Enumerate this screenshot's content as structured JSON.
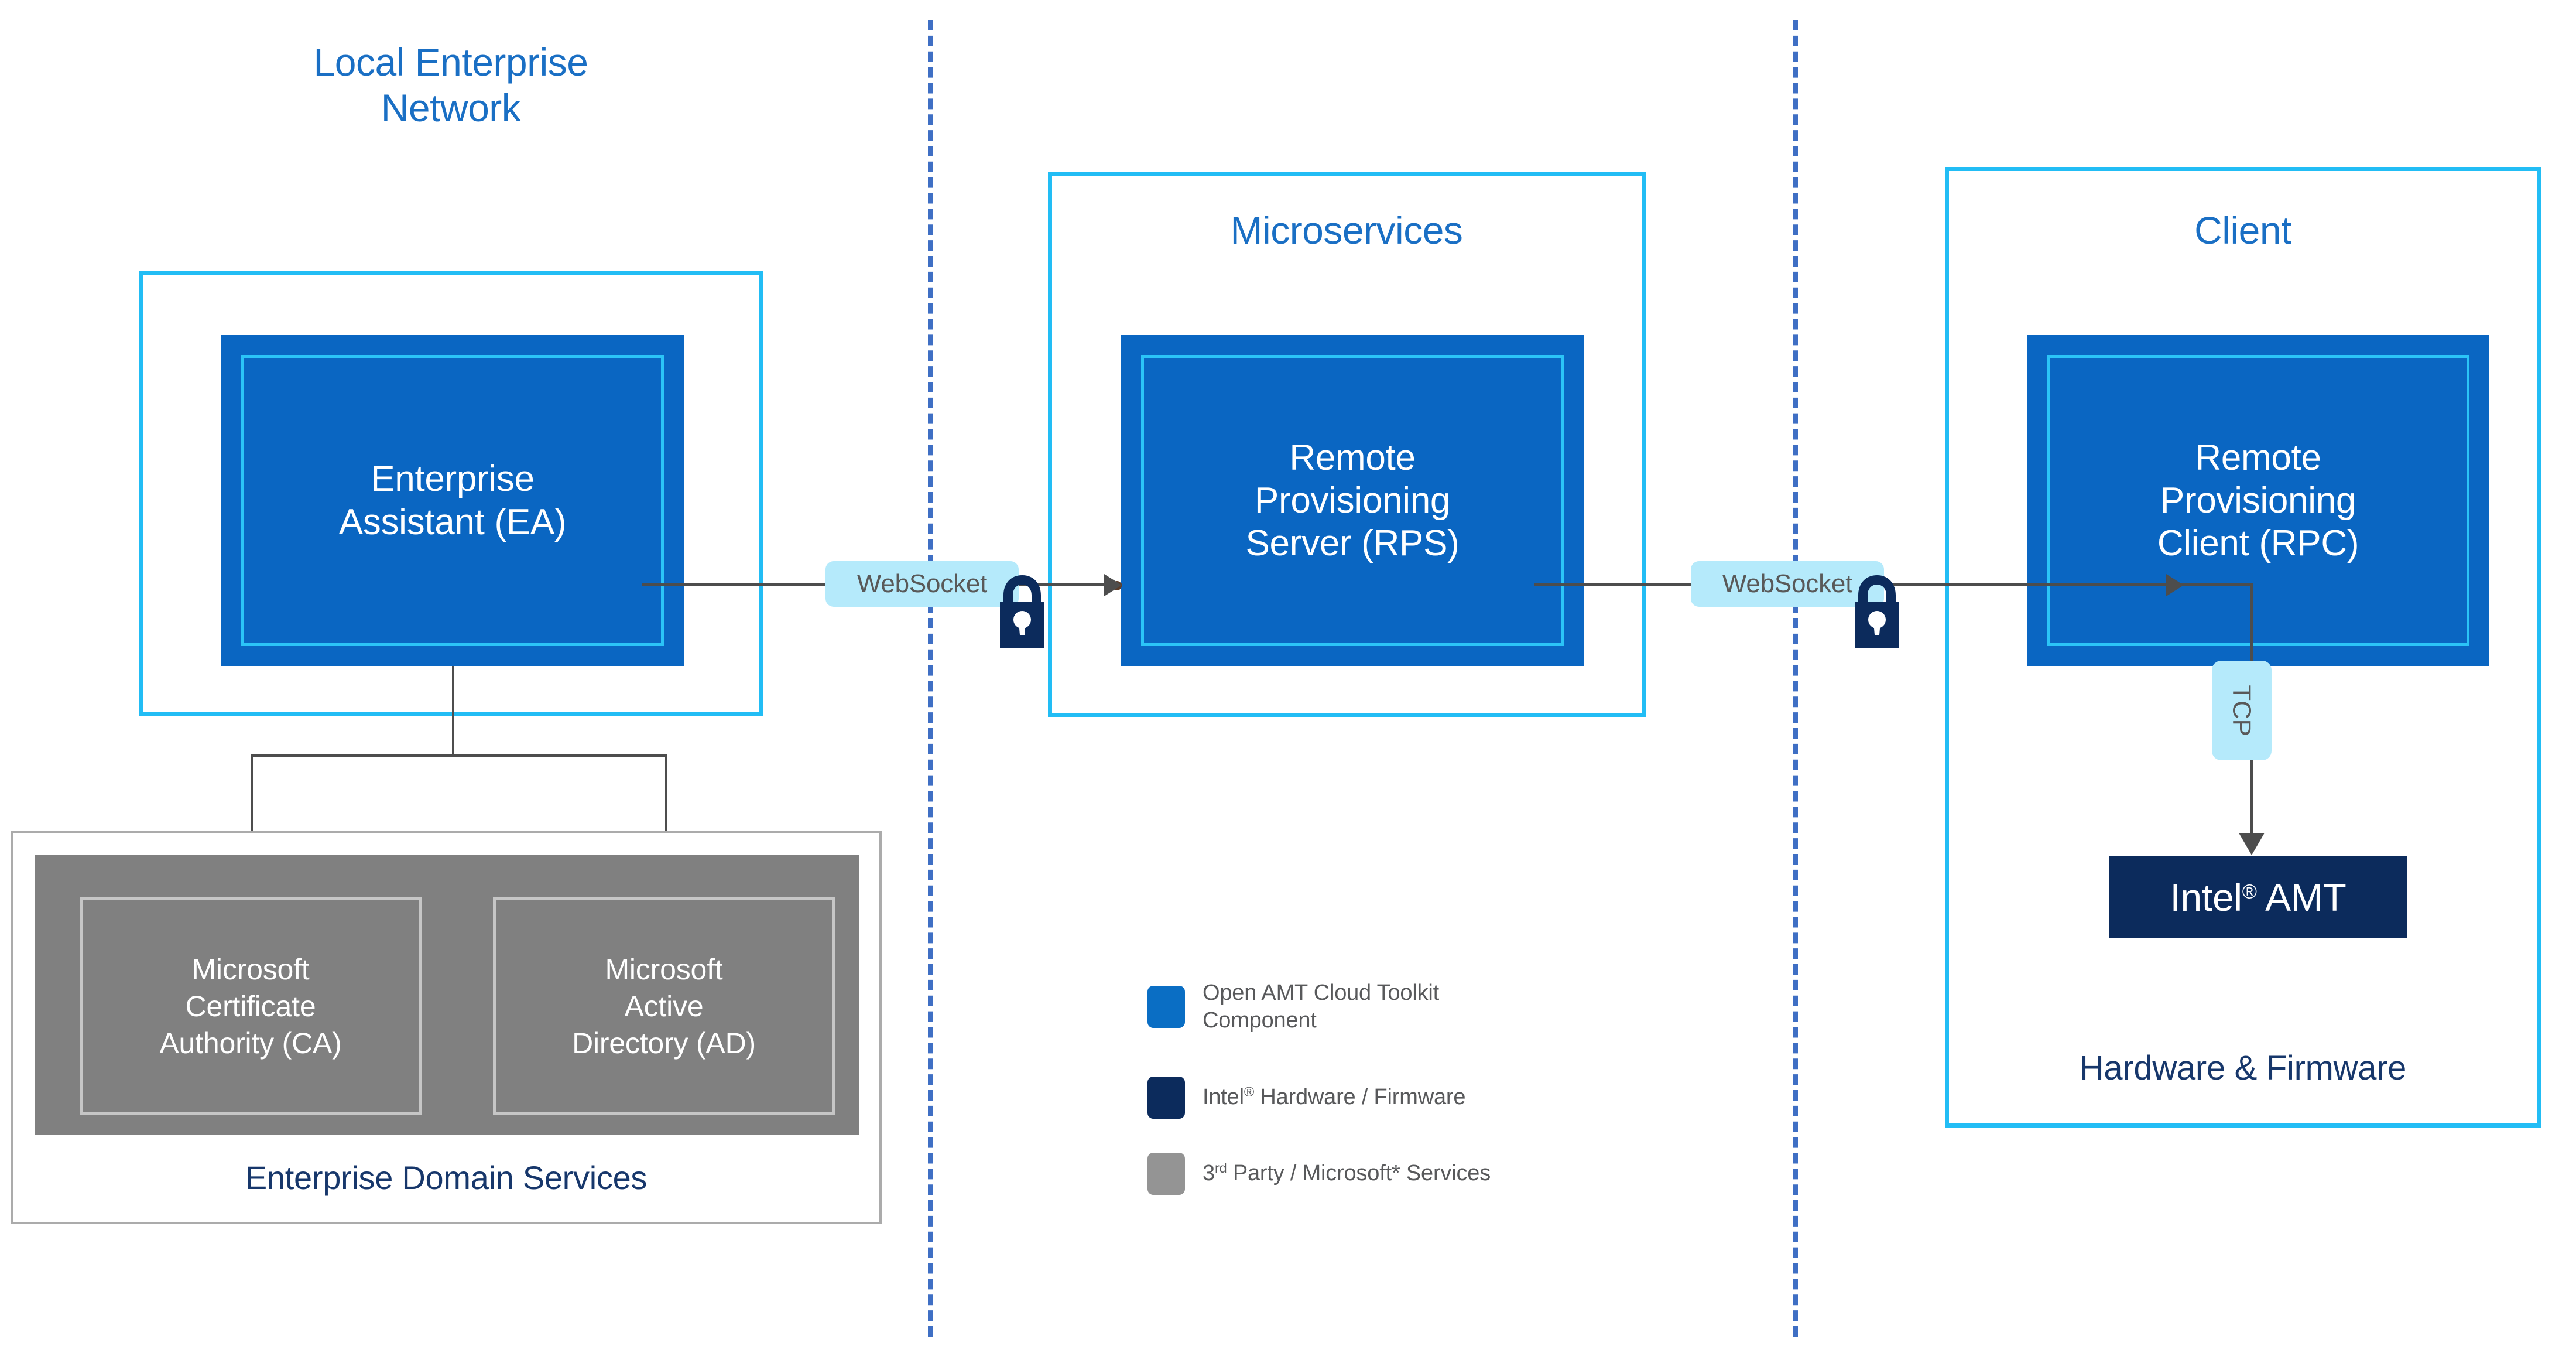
{
  "zones": [
    {
      "id": "local-enterprise-network",
      "title": "Local Enterprise\nNetwork"
    },
    {
      "id": "microservices",
      "title": "Microservices"
    },
    {
      "id": "client",
      "title": "Client"
    }
  ],
  "components": [
    {
      "id": "enterprise-assistant",
      "label": "Enterprise\nAssistant (EA)"
    },
    {
      "id": "remote-provisioning-server",
      "label": "Remote\nProvisioning\nServer (RPS)"
    },
    {
      "id": "remote-provisioning-client",
      "label": "Remote\nProvisioning\nClient (RPC)"
    }
  ],
  "enterprise_domain_services": {
    "caption": "Enterprise Domain Services",
    "items": [
      {
        "id": "microsoft-certificate-authority",
        "label": "Microsoft\nCertificate\nAuthority (CA)"
      },
      {
        "id": "microsoft-active-directory",
        "label": "Microsoft\nActive\nDirectory (AD)"
      }
    ]
  },
  "client_zone": {
    "amt_label_main": "Intel",
    "amt_label_sup": "®",
    "amt_label_rest": " AMT",
    "hardware_firmware_caption": "Hardware & Firmware"
  },
  "connectors": [
    {
      "id": "ea-to-rps",
      "protocol": "WebSocket",
      "secure": true
    },
    {
      "id": "rps-to-rpc",
      "protocol": "WebSocket",
      "secure": true
    },
    {
      "id": "rpc-to-amt",
      "protocol": "TCP",
      "secure": false
    }
  ],
  "legend": {
    "items": [
      {
        "id": "open-amt-cloud-toolkit-component",
        "color": "#0A6EC4",
        "label": "Open AMT Cloud Toolkit\nComponent"
      },
      {
        "id": "intel-hardware-firmware",
        "color": "#0C2B5C",
        "label_pre": "Intel",
        "label_sup": "®",
        "label_post": " Hardware / Firmware"
      },
      {
        "id": "third-party-microsoft-services",
        "color": "#949494",
        "label_pre": "3",
        "label_sup": "rd",
        "label_post": " Party / Microsoft* Services"
      }
    ]
  },
  "colors": {
    "zone_border": "#22BDF5",
    "component_fill": "#0A66C2",
    "component_inner_border": "#2BC4F7",
    "title_blue": "#1A6FC4",
    "caption_navy": "#17376B",
    "gray_fill": "#808080",
    "gray_border": "#C6C6C6",
    "amt_navy": "#0C2B5C",
    "pill_fill": "#B5EAFB",
    "pill_text": "#595959",
    "connector_gray": "#4D4D4D",
    "dashed_blue": "#3F6FC4"
  }
}
